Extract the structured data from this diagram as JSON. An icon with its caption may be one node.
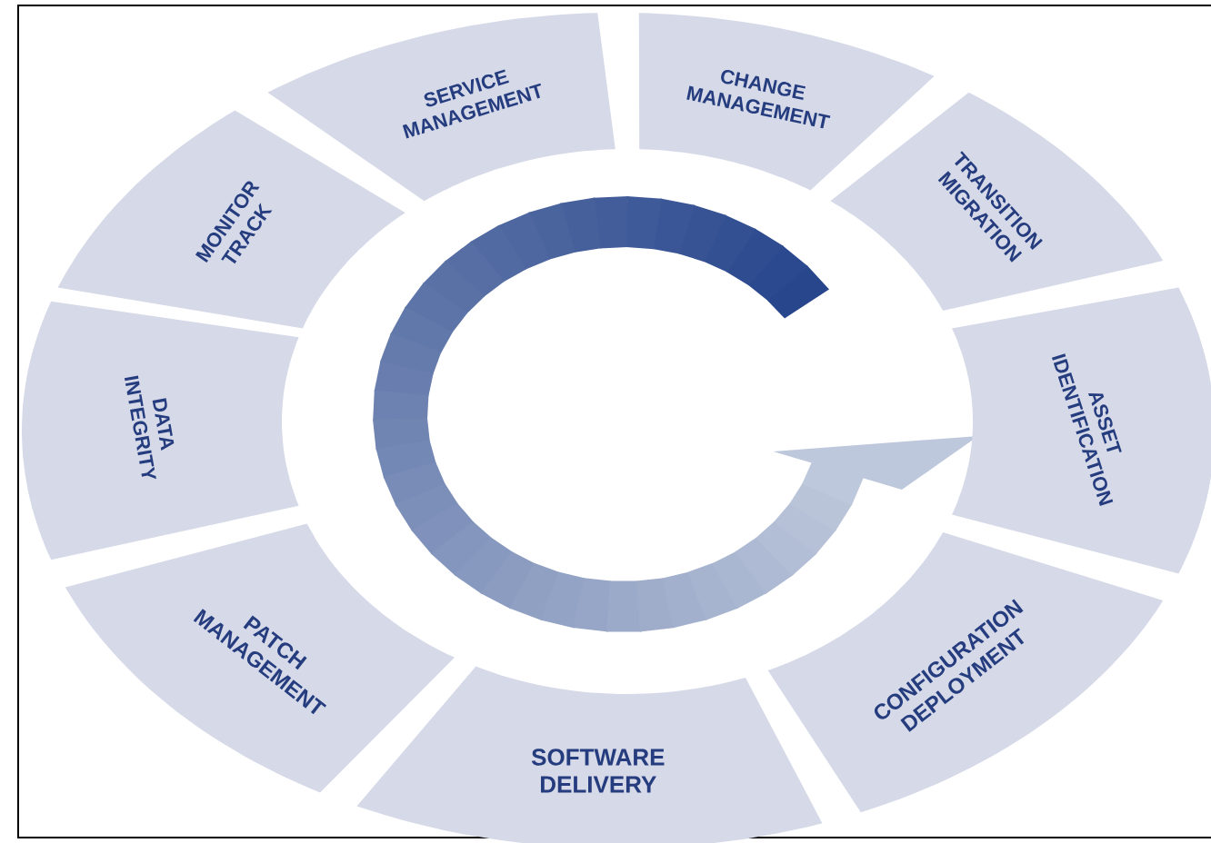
{
  "diagram": {
    "nodes": [
      {
        "text": [
          "SERVICE MANAGEMENT"
        ]
      },
      {
        "text": [
          "CHANGE MANAGEMENT"
        ]
      },
      {
        "text": [
          "TRANSITION MIGRATION"
        ]
      },
      {
        "text": [
          "ASSET IDENTIFICATION"
        ]
      },
      {
        "text": [
          "CONFIGURATION DEPLOYMENT"
        ]
      },
      {
        "text": [
          "SOFTWARE DELIVERY"
        ]
      },
      {
        "text": [
          "PATCH MANAGEMENT"
        ]
      },
      {
        "text": [
          "DATA INTEGRITY"
        ]
      },
      {
        "text": [
          "MONITOR TRACK"
        ]
      }
    ]
  }
}
